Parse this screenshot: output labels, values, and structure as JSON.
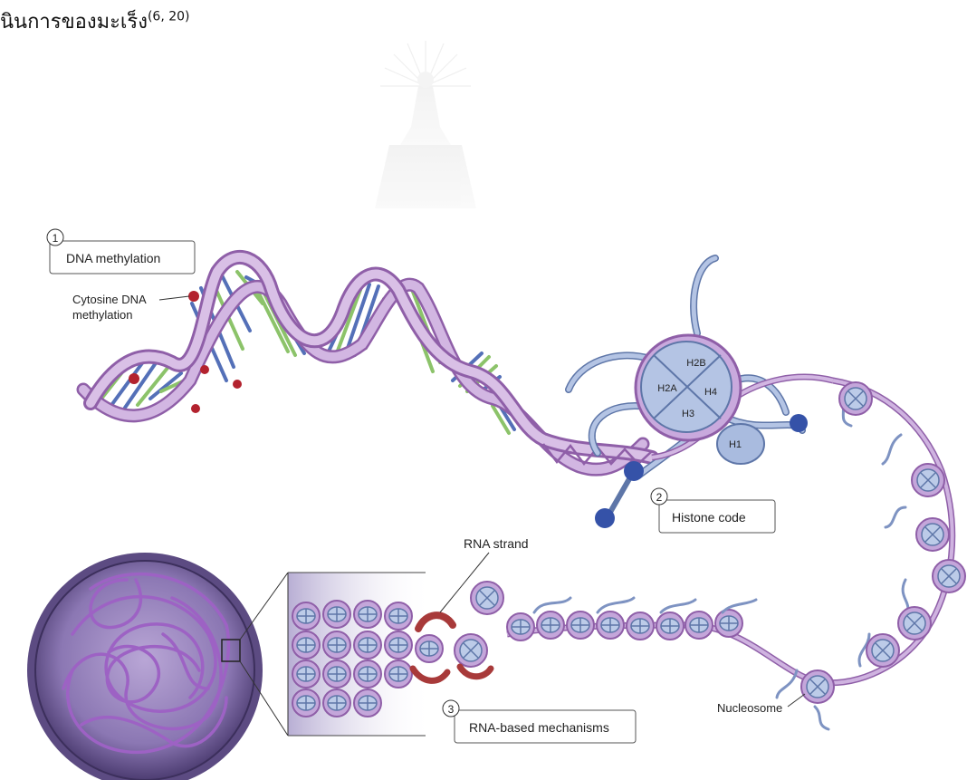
{
  "header": {
    "text": "นินการของมะเร็ง",
    "citation": "(6, 20)"
  },
  "diagram": {
    "callouts": [
      {
        "number": "1",
        "title": "DNA methylation"
      },
      {
        "number": "2",
        "title": "Histone code"
      },
      {
        "number": "3",
        "title": "RNA-based mechanisms"
      }
    ],
    "labels": {
      "cytosine_line1": "Cytosine DNA",
      "cytosine_line2": "methylation",
      "rna_strand": "RNA strand",
      "nucleosome": "Nucleosome"
    },
    "histones": {
      "h2b": "H2B",
      "h2a": "H2A",
      "h4": "H4",
      "h3": "H3",
      "h1": "H1"
    }
  },
  "colors": {
    "backbone": "#c7a2d8",
    "backbone_edge": "#8f5fa8",
    "base_blue": "#5470b8",
    "base_green": "#8cc36a",
    "histone": "#b4c4e4",
    "histone_edge": "#5e76a8",
    "bead": "#3552a8",
    "methyl": "#b3222e",
    "nucleus": "#7e6aa6",
    "rna": "#a83a3a"
  }
}
